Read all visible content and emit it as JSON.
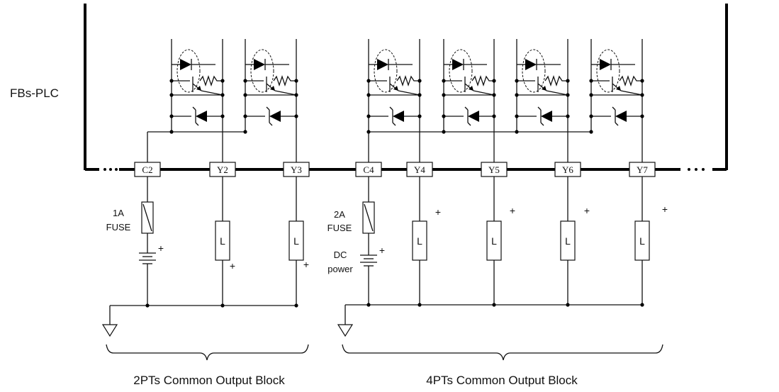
{
  "plc_label": "FBs-PLC",
  "blocks": [
    {
      "caption": "2PTs Common Output Block",
      "common": "C2",
      "outputs": [
        "Y2",
        "Y3"
      ],
      "fuse_lines": [
        "1A",
        "FUSE"
      ],
      "supply_lines": []
    },
    {
      "caption": "4PTs Common Output Block",
      "common": "C4",
      "outputs": [
        "Y4",
        "Y5",
        "Y6",
        "Y7"
      ],
      "fuse_lines": [
        "2A",
        "FUSE"
      ],
      "supply_lines": [
        "DC",
        "power"
      ]
    }
  ],
  "load_symbol": "L",
  "plus_symbol": "+"
}
